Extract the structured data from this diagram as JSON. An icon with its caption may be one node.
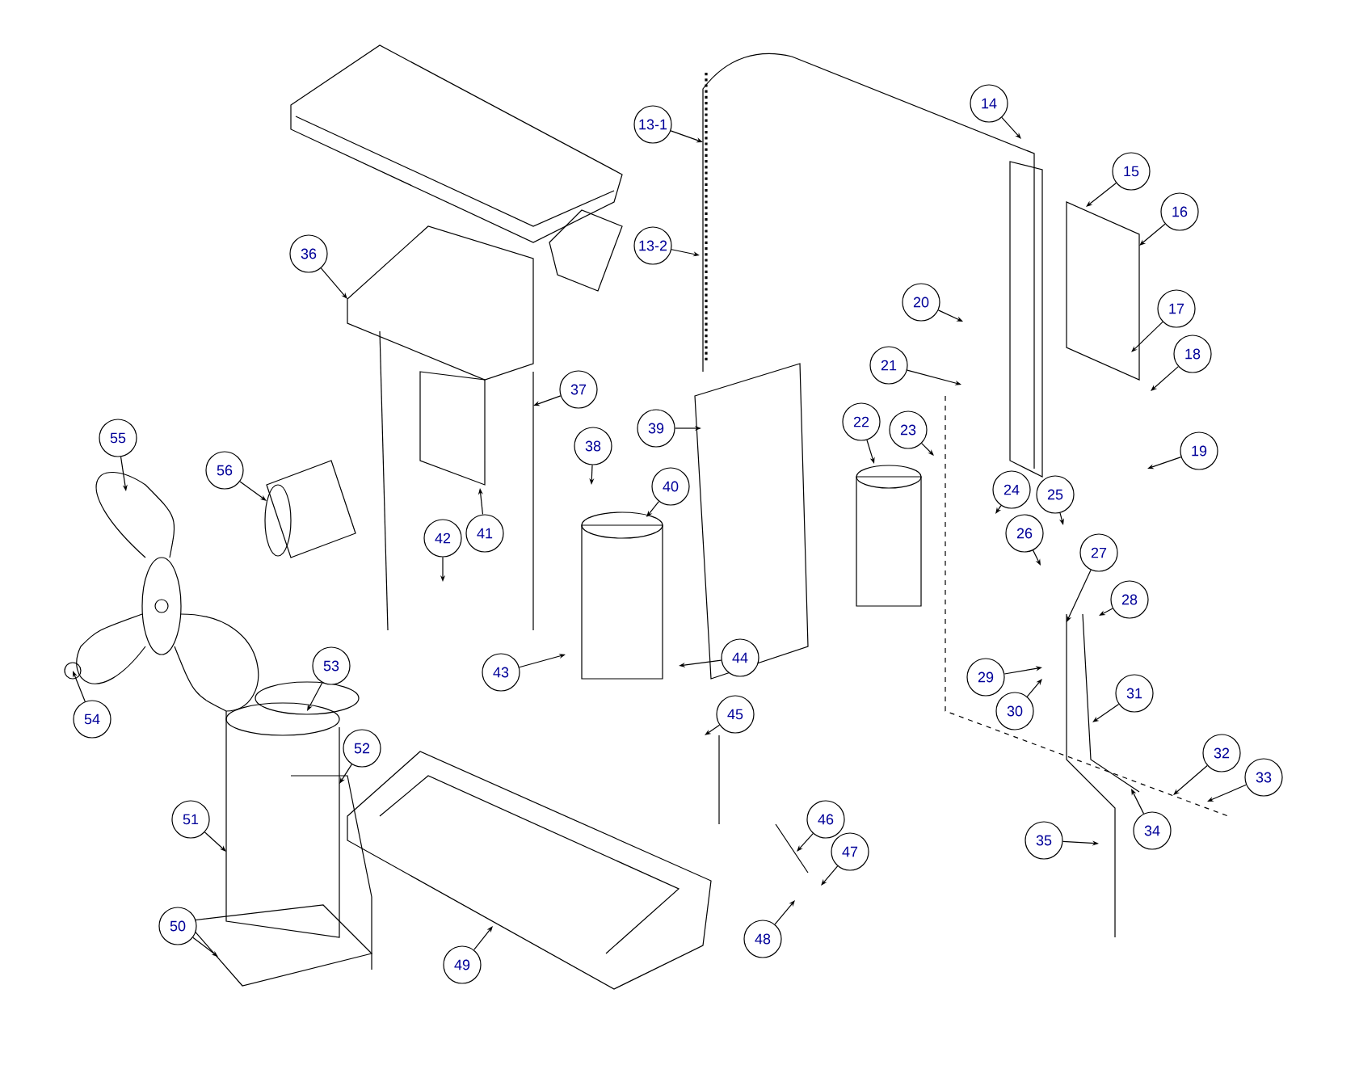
{
  "diagram": {
    "nodes": [
      {
        "text": [
          "13-1"
        ]
      },
      {
        "text": [
          "13-2"
        ]
      },
      {
        "text": [
          "14"
        ]
      },
      {
        "text": [
          "15"
        ]
      },
      {
        "text": [
          "16"
        ]
      },
      {
        "text": [
          "17"
        ]
      },
      {
        "text": [
          "18"
        ]
      },
      {
        "text": [
          "19"
        ]
      },
      {
        "text": [
          "20"
        ]
      },
      {
        "text": [
          "21"
        ]
      },
      {
        "text": [
          "22"
        ]
      },
      {
        "text": [
          "23"
        ]
      },
      {
        "text": [
          "24"
        ]
      },
      {
        "text": [
          "25"
        ]
      },
      {
        "text": [
          "26"
        ]
      },
      {
        "text": [
          "27"
        ]
      },
      {
        "text": [
          "28"
        ]
      },
      {
        "text": [
          "29"
        ]
      },
      {
        "text": [
          "30"
        ]
      },
      {
        "text": [
          "31"
        ]
      },
      {
        "text": [
          "32"
        ]
      },
      {
        "text": [
          "33"
        ]
      },
      {
        "text": [
          "34"
        ]
      },
      {
        "text": [
          "35"
        ]
      },
      {
        "text": [
          "36"
        ]
      },
      {
        "text": [
          "37"
        ]
      },
      {
        "text": [
          "38"
        ]
      },
      {
        "text": [
          "39"
        ]
      },
      {
        "text": [
          "40"
        ]
      },
      {
        "text": [
          "41"
        ]
      },
      {
        "text": [
          "42"
        ]
      },
      {
        "text": [
          "43"
        ]
      },
      {
        "text": [
          "44"
        ]
      },
      {
        "text": [
          "45"
        ]
      },
      {
        "text": [
          "46"
        ]
      },
      {
        "text": [
          "47"
        ]
      },
      {
        "text": [
          "48"
        ]
      },
      {
        "text": [
          "49"
        ]
      },
      {
        "text": [
          "50"
        ]
      },
      {
        "text": [
          "51"
        ]
      },
      {
        "text": [
          "52"
        ]
      },
      {
        "text": [
          "53"
        ]
      },
      {
        "text": [
          "54"
        ]
      },
      {
        "text": [
          "55"
        ]
      },
      {
        "text": [
          "56"
        ]
      }
    ],
    "edges": [
      {
        "from": 0,
        "to": null,
        "arrow": "to"
      },
      {
        "from": 1,
        "to": null,
        "arrow": "to"
      },
      {
        "from": 2,
        "to": null,
        "arrow": "to"
      },
      {
        "from": 3,
        "to": null,
        "arrow": "to"
      },
      {
        "from": 4,
        "to": null,
        "arrow": "to"
      },
      {
        "from": 5,
        "to": null,
        "arrow": "to"
      },
      {
        "from": 6,
        "to": null,
        "arrow": "to"
      },
      {
        "from": 7,
        "to": null,
        "arrow": "to"
      },
      {
        "from": 8,
        "to": null,
        "arrow": "to"
      },
      {
        "from": 9,
        "to": null,
        "arrow": "to"
      },
      {
        "from": 10,
        "to": null,
        "arrow": "to"
      },
      {
        "from": 11,
        "to": null,
        "arrow": "to"
      },
      {
        "from": 12,
        "to": null,
        "arrow": "to"
      },
      {
        "from": 13,
        "to": null,
        "arrow": "to"
      },
      {
        "from": 14,
        "to": null,
        "arrow": "to"
      },
      {
        "from": 15,
        "to": null,
        "arrow": "to"
      },
      {
        "from": 16,
        "to": null,
        "arrow": "to"
      },
      {
        "from": 17,
        "to": null,
        "arrow": "to"
      },
      {
        "from": 18,
        "to": null,
        "arrow": "to"
      },
      {
        "from": 19,
        "to": null,
        "arrow": "to"
      },
      {
        "from": 20,
        "to": null,
        "arrow": "to"
      },
      {
        "from": 21,
        "to": null,
        "arrow": "to"
      },
      {
        "from": 22,
        "to": null,
        "arrow": "to"
      },
      {
        "from": 23,
        "to": null,
        "arrow": "to"
      },
      {
        "from": 24,
        "to": null,
        "arrow": "to"
      },
      {
        "from": 25,
        "to": null,
        "arrow": "to"
      },
      {
        "from": 26,
        "to": null,
        "arrow": "to"
      },
      {
        "from": 27,
        "to": null,
        "arrow": "to"
      },
      {
        "from": 28,
        "to": null,
        "arrow": "to"
      },
      {
        "from": 29,
        "to": null,
        "arrow": "to"
      },
      {
        "from": 30,
        "to": null,
        "arrow": "to"
      },
      {
        "from": 31,
        "to": null,
        "arrow": "to"
      },
      {
        "from": 32,
        "to": null,
        "arrow": "to"
      },
      {
        "from": 33,
        "to": null,
        "arrow": "to"
      },
      {
        "from": 34,
        "to": null,
        "arrow": "to"
      },
      {
        "from": 35,
        "to": null,
        "arrow": "to"
      },
      {
        "from": 36,
        "to": null,
        "arrow": "to"
      },
      {
        "from": 37,
        "to": null,
        "arrow": "to"
      },
      {
        "from": 38,
        "to": null,
        "arrow": "to"
      },
      {
        "from": 39,
        "to": null,
        "arrow": "to"
      },
      {
        "from": 40,
        "to": null,
        "arrow": "to"
      },
      {
        "from": 41,
        "to": null,
        "arrow": "to"
      },
      {
        "from": 42,
        "to": null,
        "arrow": "to"
      },
      {
        "from": 43,
        "to": null,
        "arrow": "to"
      },
      {
        "from": 44,
        "to": null,
        "arrow": "to"
      }
    ]
  }
}
